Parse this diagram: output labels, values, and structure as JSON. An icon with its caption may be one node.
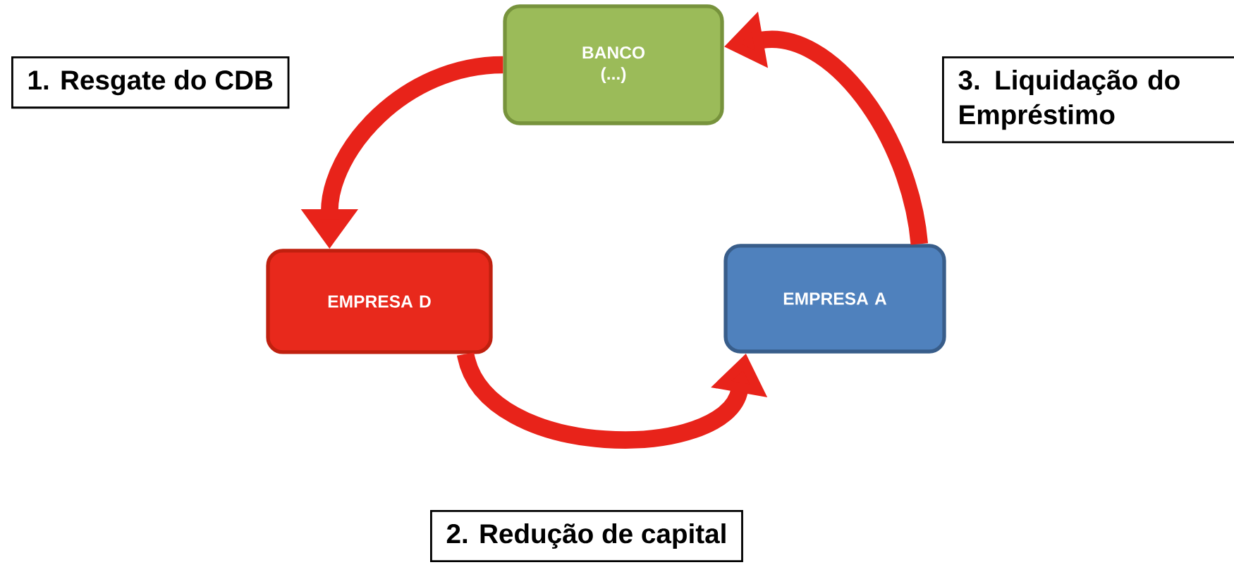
{
  "diagram": {
    "nodes": [
      {
        "text": [
          "BANCO (...)"
        ]
      },
      {
        "text": [
          "EMPRESA D"
        ]
      },
      {
        "text": [
          "EMPRESA A"
        ]
      }
    ],
    "edges": [
      {
        "from": 0,
        "to": 1,
        "arrow": "to",
        "label": "1. Resgate do CDB"
      },
      {
        "from": 1,
        "to": 2,
        "arrow": "to",
        "label": "2. Redução de capital"
      },
      {
        "from": 2,
        "to": 0,
        "arrow": "to",
        "label": "3. Liquidação do Empréstimo"
      }
    ]
  }
}
